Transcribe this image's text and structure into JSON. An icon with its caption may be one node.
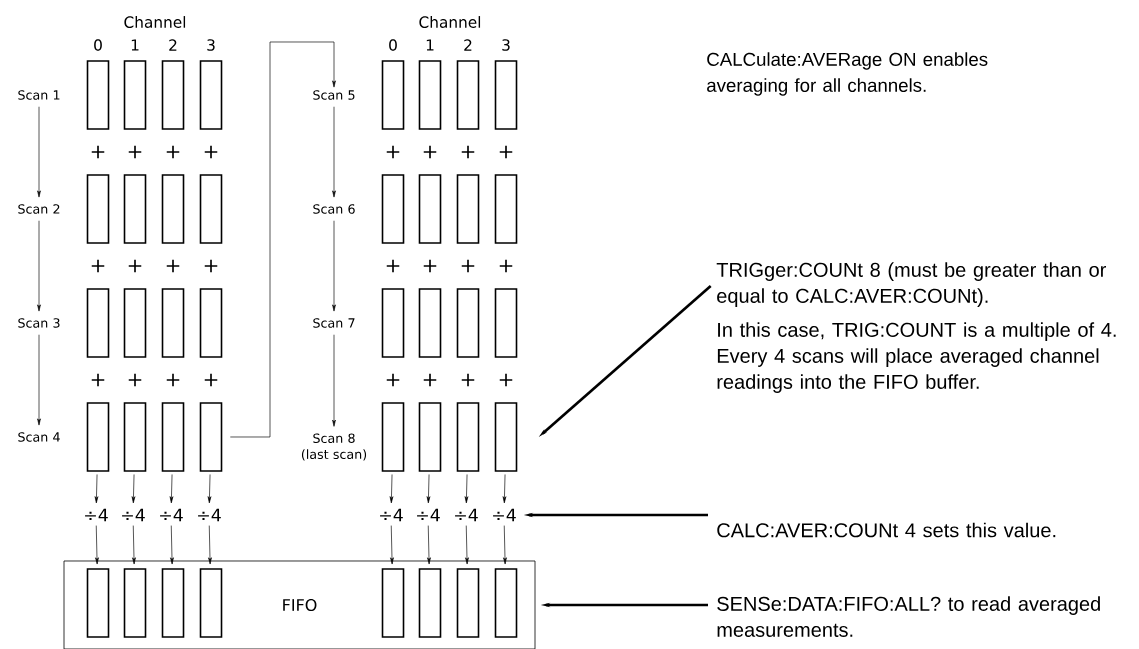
{
  "diagram": {
    "nodes": [
      {
        "text": [
          "Scan 1"
        ]
      },
      {
        "text": [],
        "shape": "box"
      },
      {
        "text": [],
        "shape": "box"
      },
      {
        "text": [],
        "shape": "box"
      },
      {
        "text": [],
        "shape": "box"
      },
      {
        "text": [
          "Scan 2"
        ]
      },
      {
        "text": [],
        "shape": "box"
      },
      {
        "text": [],
        "shape": "box"
      },
      {
        "text": [],
        "shape": "box"
      },
      {
        "text": [],
        "shape": "box"
      },
      {
        "text": [
          "Scan 3"
        ]
      },
      {
        "text": [],
        "shape": "box"
      },
      {
        "text": [],
        "shape": "box"
      },
      {
        "text": [],
        "shape": "box"
      },
      {
        "text": [],
        "shape": "box"
      },
      {
        "text": [
          "Scan 4"
        ]
      },
      {
        "text": [],
        "shape": "box"
      },
      {
        "text": [],
        "shape": "box"
      },
      {
        "text": [],
        "shape": "box"
      },
      {
        "text": [],
        "shape": "box"
      },
      {
        "text": [
          "Scan 5"
        ]
      },
      {
        "text": [],
        "shape": "box"
      },
      {
        "text": [],
        "shape": "box"
      },
      {
        "text": [],
        "shape": "box"
      },
      {
        "text": [],
        "shape": "box"
      },
      {
        "text": [
          "Scan 6"
        ]
      },
      {
        "text": [],
        "shape": "box"
      },
      {
        "text": [],
        "shape": "box"
      },
      {
        "text": [],
        "shape": "box"
      },
      {
        "text": [],
        "shape": "box"
      },
      {
        "text": [
          "Scan 7"
        ]
      },
      {
        "text": [],
        "shape": "box"
      },
      {
        "text": [],
        "shape": "box"
      },
      {
        "text": [],
        "shape": "box"
      },
      {
        "text": [],
        "shape": "box"
      },
      {
        "text": [
          "Scan 8 (last scan)"
        ]
      },
      {
        "text": [],
        "shape": "box"
      },
      {
        "text": [],
        "shape": "box"
      },
      {
        "text": [],
        "shape": "box"
      },
      {
        "text": [],
        "shape": "box"
      },
      {
        "text": [
          "÷4"
        ]
      },
      {
        "text": [
          "÷4"
        ]
      },
      {
        "text": [
          "÷4"
        ]
      },
      {
        "text": [
          "÷4"
        ]
      },
      {
        "text": [
          "÷4"
        ]
      },
      {
        "text": [
          "÷4"
        ]
      },
      {
        "text": [
          "÷4"
        ]
      },
      {
        "text": [
          "÷4"
        ]
      },
      {
        "text": [
          "FIFO"
        ]
      },
      {
        "text": [],
        "shape": "box",
        "in": 48
      },
      {
        "text": [],
        "shape": "box",
        "in": 48
      },
      {
        "text": [],
        "shape": "box",
        "in": 48
      },
      {
        "text": [],
        "shape": "box",
        "in": 48
      },
      {
        "text": [],
        "shape": "box",
        "in": 48
      },
      {
        "text": [],
        "shape": "box",
        "in": 48
      },
      {
        "text": [],
        "shape": "box",
        "in": 48
      },
      {
        "text": [],
        "shape": "box",
        "in": 48
      },
      {
        "text": [
          "TRIGger:COUNt 8 (must be greater than or equal to CALC:AVER:COUNt).",
          "In this case, TRIG:COUNT is a multiple of 4. Every 4 scans will place averaged channel readings into the FIFO buffer."
        ]
      },
      {
        "text": [
          "CALC:AVER:COUNt 4 sets this value."
        ]
      },
      {
        "text": [
          "SENSe:DATA:FIFO:ALL? to read averaged measurements."
        ]
      }
    ],
    "edges": [
      {
        "from": 0,
        "to": 5,
        "arrow": "to"
      },
      {
        "from": 5,
        "to": 10,
        "arrow": "to"
      },
      {
        "from": 10,
        "to": 15,
        "arrow": "to"
      },
      {
        "from": 19,
        "to": 20,
        "arrow": "to"
      },
      {
        "from": 20,
        "to": 25,
        "arrow": "to"
      },
      {
        "from": 25,
        "to": 30,
        "arrow": "to"
      },
      {
        "from": 30,
        "to": 35,
        "arrow": "to"
      },
      {
        "from": 16,
        "to": 40,
        "arrow": "to"
      },
      {
        "from": 17,
        "to": 41,
        "arrow": "to"
      },
      {
        "from": 18,
        "to": 42,
        "arrow": "to"
      },
      {
        "from": 19,
        "to": 43,
        "arrow": "to"
      },
      {
        "from": 36,
        "to": 44,
        "arrow": "to"
      },
      {
        "from": 37,
        "to": 45,
        "arrow": "to"
      },
      {
        "from": 38,
        "to": 46,
        "arrow": "to"
      },
      {
        "from": 39,
        "to": 47,
        "arrow": "to"
      },
      {
        "from": 40,
        "to": 49,
        "arrow": "to"
      },
      {
        "from": 41,
        "to": 50,
        "arrow": "to"
      },
      {
        "from": 42,
        "to": 51,
        "arrow": "to"
      },
      {
        "from": 43,
        "to": 52,
        "arrow": "to"
      },
      {
        "from": 44,
        "to": 53,
        "arrow": "to"
      },
      {
        "from": 45,
        "to": 54,
        "arrow": "to"
      },
      {
        "from": 46,
        "to": 55,
        "arrow": "to"
      },
      {
        "from": 47,
        "to": 56,
        "arrow": "to"
      },
      {
        "from": 57,
        "to": 39,
        "arrow": "to",
        "style": "thick"
      },
      {
        "from": 58,
        "to": 47,
        "arrow": "to",
        "style": "thick"
      },
      {
        "from": 59,
        "to": 48,
        "arrow": "to",
        "style": "thick"
      }
    ],
    "labels": [
      "Channel",
      "0",
      "1",
      "2",
      "3",
      "Channel",
      "0",
      "1",
      "2",
      "3",
      "CALCulate:AVERage ON enables averaging for all channels.",
      "+",
      "+",
      "+",
      "+",
      "+",
      "+",
      "+",
      "+",
      "+",
      "+",
      "+",
      "+",
      "+",
      "+",
      "+",
      "+",
      "+",
      "+",
      "+",
      "+",
      "+",
      "+",
      "+",
      "+"
    ]
  }
}
